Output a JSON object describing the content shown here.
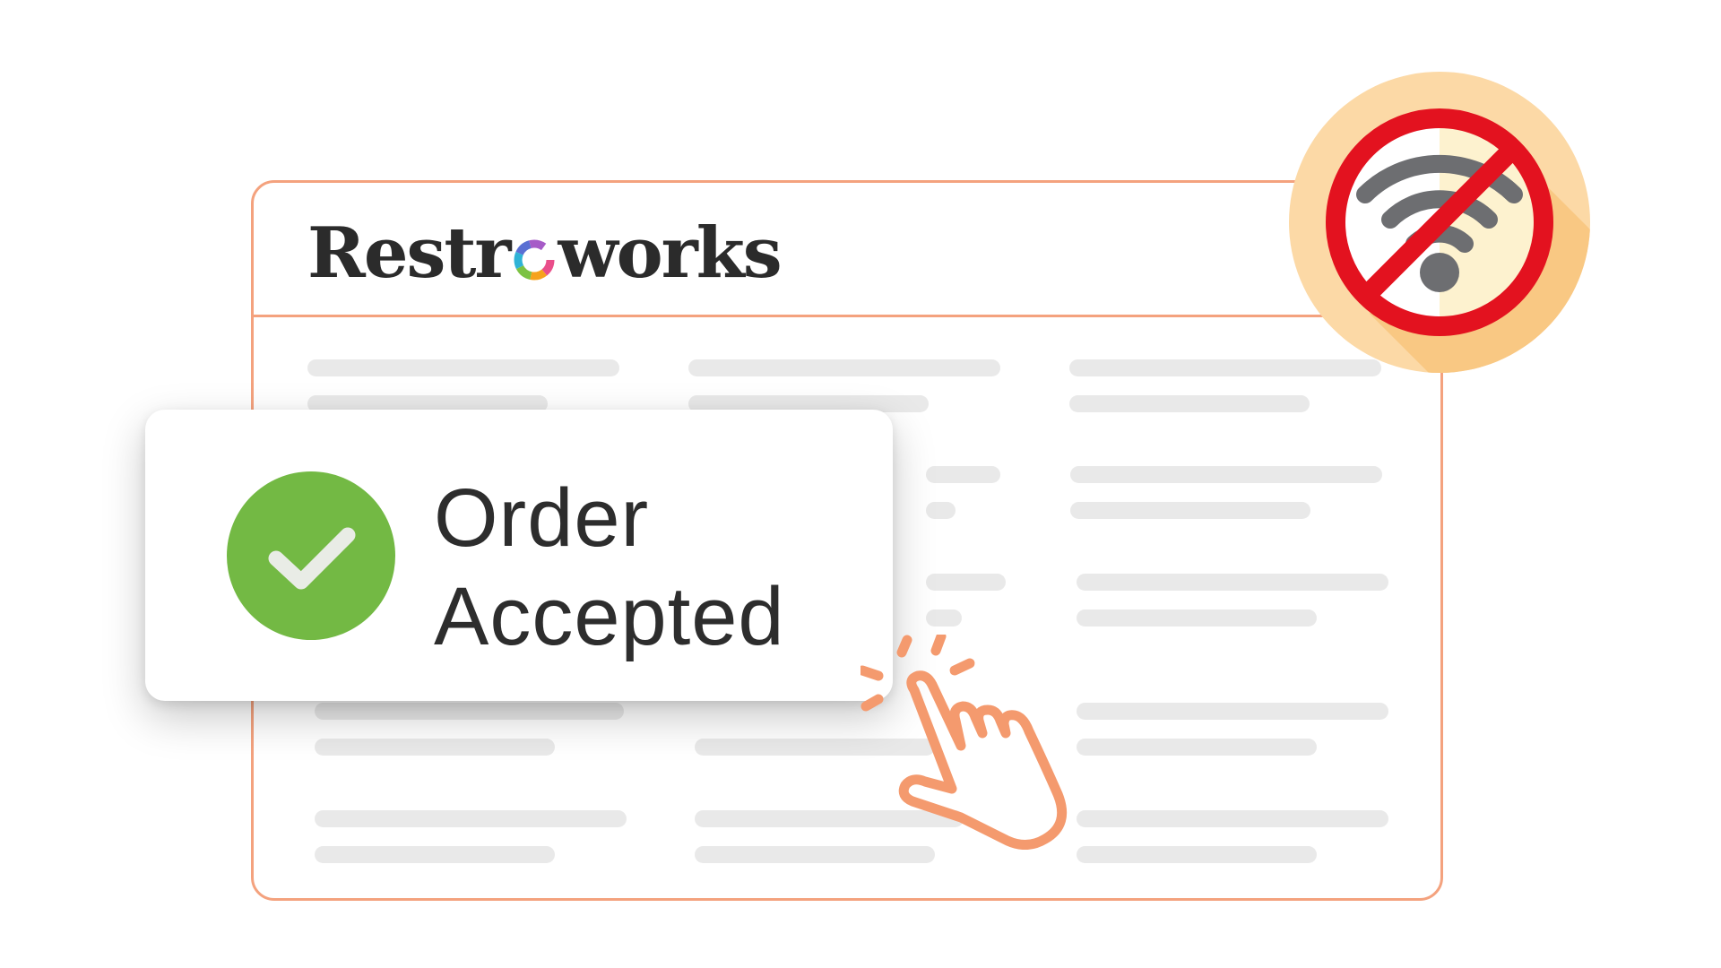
{
  "brand": {
    "name_part1": "Restr",
    "name_part2": "works"
  },
  "toast": {
    "line1": "Order",
    "line2": "Accepted"
  },
  "icons": {
    "status": "check-circle-icon",
    "connectivity": "no-wifi-icon",
    "pointer": "hand-pointer-icon"
  },
  "colors": {
    "accent": "#f4a27e",
    "success": "#73b944",
    "danger": "#e3121f",
    "badge_bg": "#fcd9a6",
    "skeleton": "#e9e9e9",
    "text": "#2d2d2d"
  }
}
